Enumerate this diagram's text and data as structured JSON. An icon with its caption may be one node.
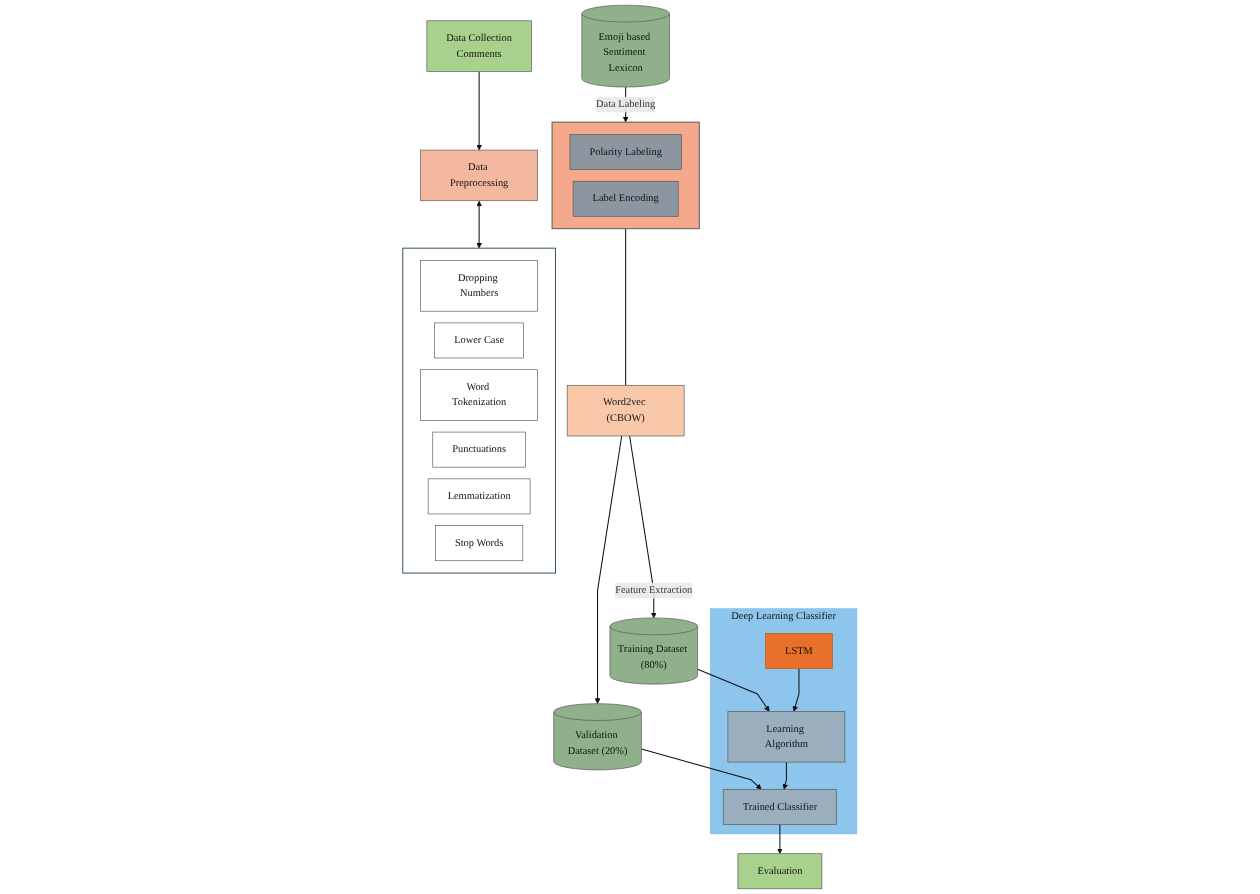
{
  "diagram": {
    "nodes": [
      {
        "text": [
          "Data Collection",
          "Comments"
        ]
      },
      {
        "text": [
          "Data Preprocessing"
        ]
      },
      {
        "text": [],
        "shape": "box"
      },
      {
        "text": [
          "Dropping Numbers"
        ],
        "in": 2
      },
      {
        "text": [
          "Lower Case"
        ],
        "in": 2
      },
      {
        "text": [
          "Word Tokenization"
        ],
        "in": 2
      },
      {
        "text": [
          "Punctuations"
        ],
        "in": 2
      },
      {
        "text": [
          "Lemmatization"
        ],
        "in": 2
      },
      {
        "text": [
          "Stop Words"
        ],
        "in": 2
      },
      {
        "text": [],
        "shape": "box"
      },
      {
        "text": [
          "Polarity Labeling"
        ],
        "in": 9
      },
      {
        "text": [
          "Label Encoding"
        ],
        "in": 9
      },
      {
        "text": [
          "Emoji based Sentiment Lexicon"
        ]
      },
      {
        "text": [
          "Word2vec (CBOW)"
        ]
      },
      {
        "text": [
          "Training Dataset (80%)"
        ]
      },
      {
        "text": [
          "Validation Dataset (20%)"
        ]
      },
      {
        "text": [
          "Deep Learning Classifier"
        ]
      },
      {
        "text": [
          "Learning Algorithm"
        ],
        "in": 16
      },
      {
        "text": [
          "Trained Classifier"
        ],
        "in": 16
      },
      {
        "text": [
          "LSTM"
        ],
        "in": 16
      },
      {
        "text": [
          "Evaluation"
        ]
      }
    ],
    "edges": [
      {
        "from": 0,
        "to": 1,
        "arrow": "to"
      },
      {
        "from": 1,
        "to": 2,
        "arrow": "both"
      },
      {
        "from": 12,
        "to": 9,
        "arrow": "to",
        "label": "Data Labeling"
      },
      {
        "from": 9,
        "to": 13,
        "arrow": "none"
      },
      {
        "from": 13,
        "to": 14,
        "arrow": "to",
        "label": "Feature Extraction"
      },
      {
        "from": 13,
        "to": 15,
        "arrow": "to"
      },
      {
        "from": 14,
        "to": 17,
        "arrow": "to"
      },
      {
        "from": 15,
        "to": 18,
        "arrow": "to"
      },
      {
        "from": 17,
        "to": 18,
        "arrow": "to"
      },
      {
        "from": 19,
        "to": 17,
        "arrow": "to"
      },
      {
        "from": 18,
        "to": 20,
        "arrow": "to"
      }
    ]
  }
}
